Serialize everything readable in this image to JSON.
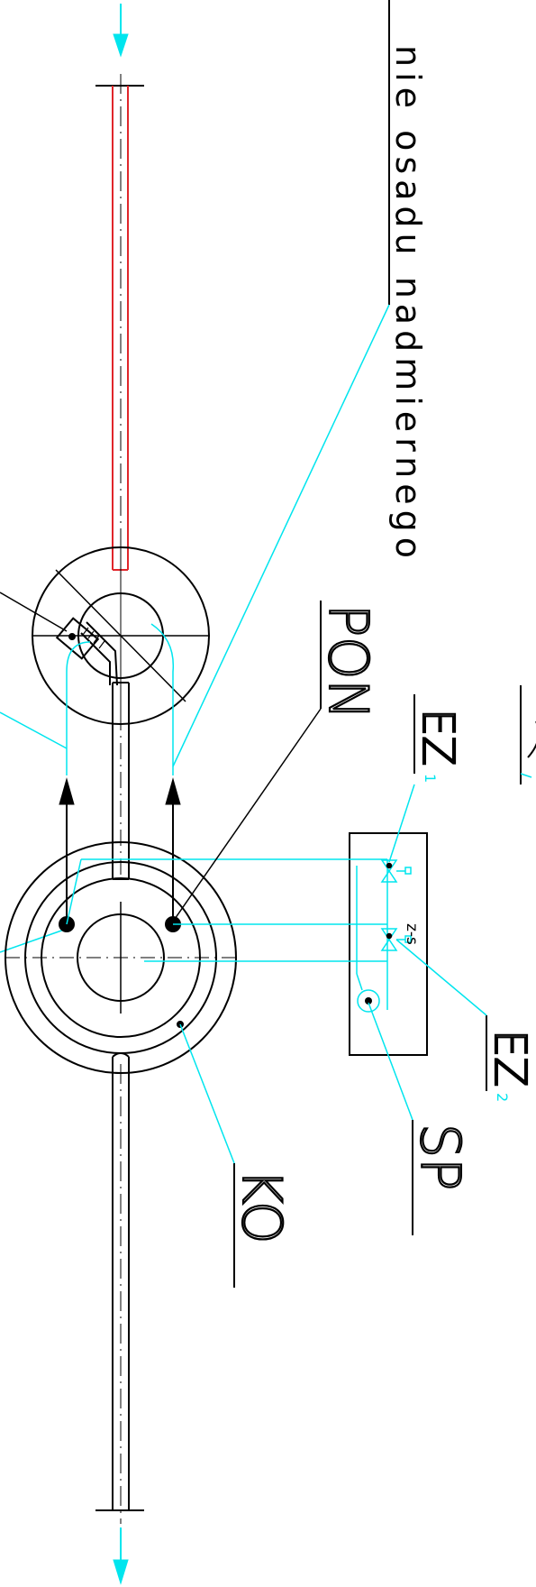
{
  "labels": {
    "annotation_text": "nie osadu nadmiernego",
    "pon": "PON",
    "ez1": "EZ",
    "ez1_sub": "1",
    "ez2": "EZ",
    "ez2_sub": "2",
    "zs": "z-s",
    "sp": "SP",
    "ko": "KO"
  },
  "colors": {
    "line": "#000000",
    "aux": "#00e5ee",
    "pipe": "#e0262b",
    "background": "#ffffff"
  }
}
